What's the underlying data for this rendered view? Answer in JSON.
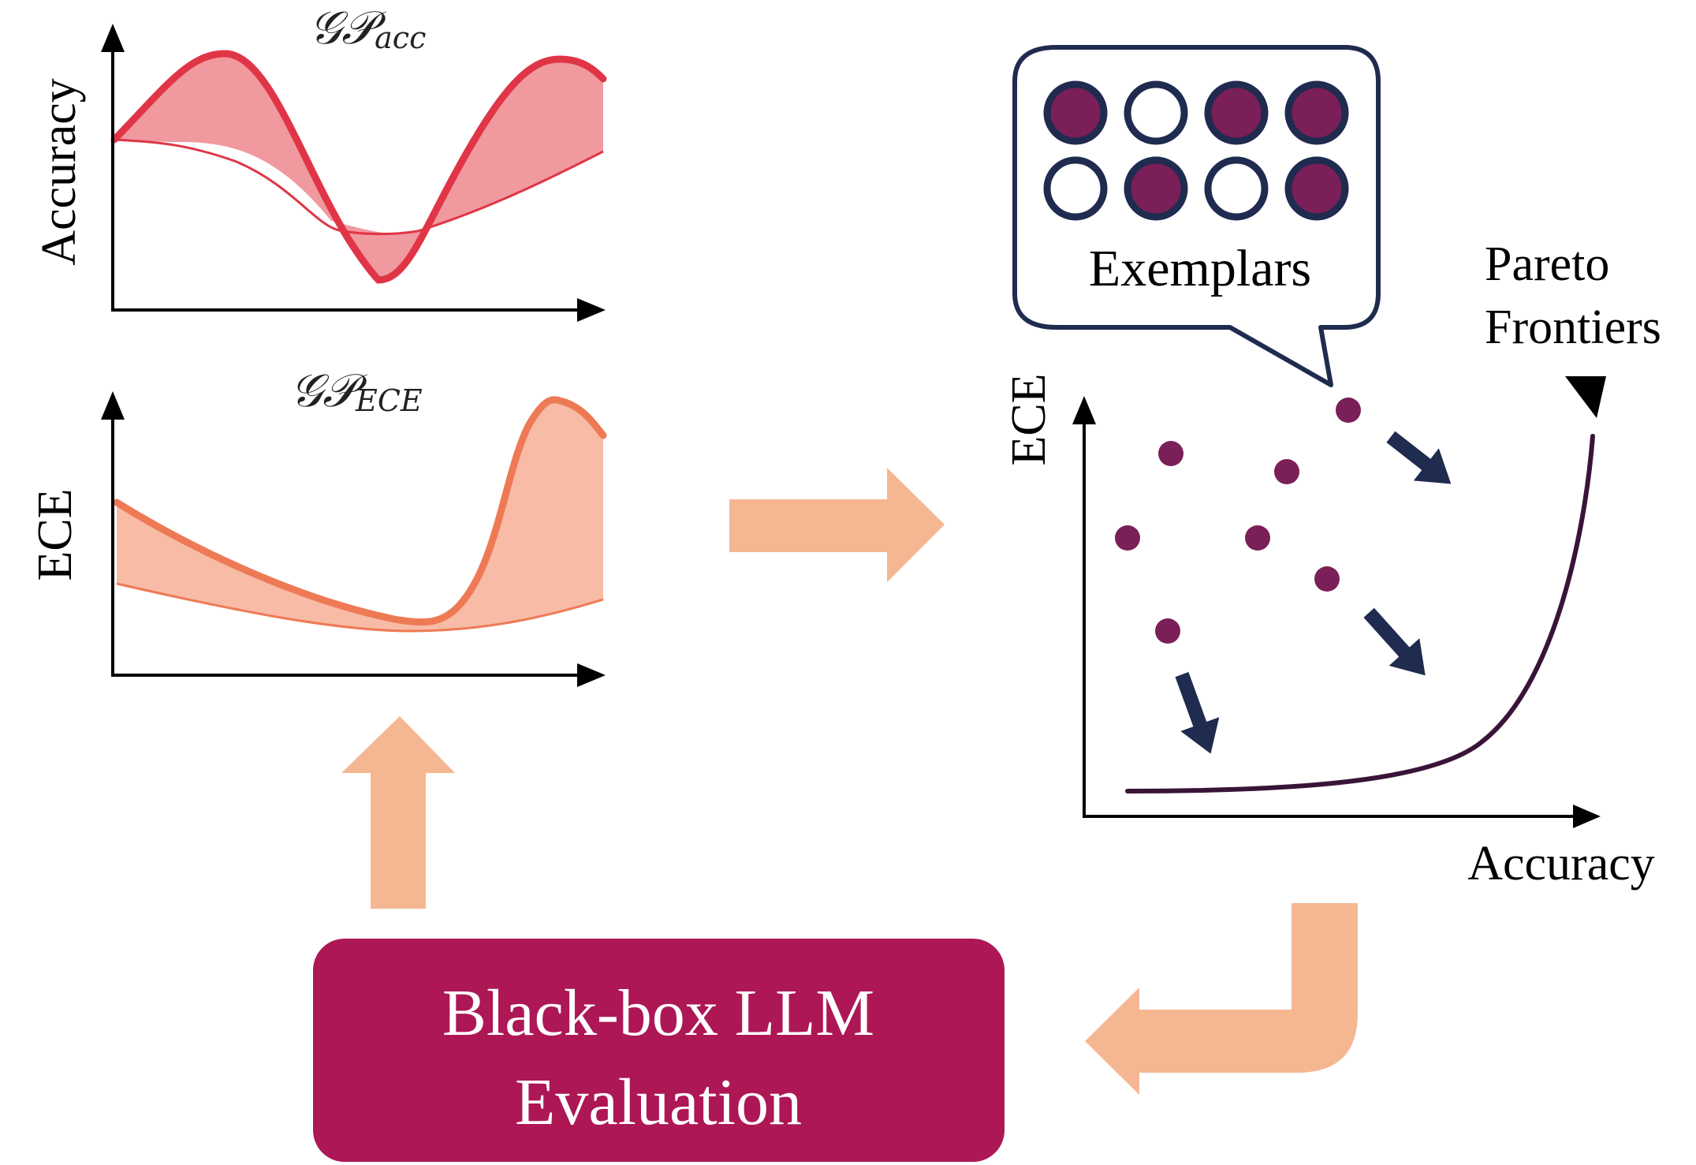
{
  "gp_acc_panel": {
    "title_script": "𝒢𝒫",
    "title_subscript": "acc",
    "ylabel": "Accuracy",
    "color": "#e03546",
    "fill": "#f0999f"
  },
  "gp_ece_panel": {
    "title_script": "𝒢𝒫",
    "title_subscript": "ECE",
    "ylabel": "ECE",
    "color": "#ee7a55",
    "fill": "#f8bba6"
  },
  "pareto_panel": {
    "ylabel": "ECE",
    "xlabel": "Accuracy",
    "frontier_label_line1": "Pareto",
    "frontier_label_line2": "Frontiers",
    "point_color": "#7a1f57",
    "arrow_color": "#1f2b4f"
  },
  "exemplars_bubble": {
    "label": "Exemplars",
    "dots_filled": [
      true,
      false,
      true,
      true,
      false,
      true,
      false,
      true
    ],
    "border_color": "#1f2b4f"
  },
  "llm_box": {
    "line1": "Black-box LLM",
    "line2": "Evaluation",
    "color": "#ad1756"
  },
  "flow_arrow_color": "#f5b792"
}
